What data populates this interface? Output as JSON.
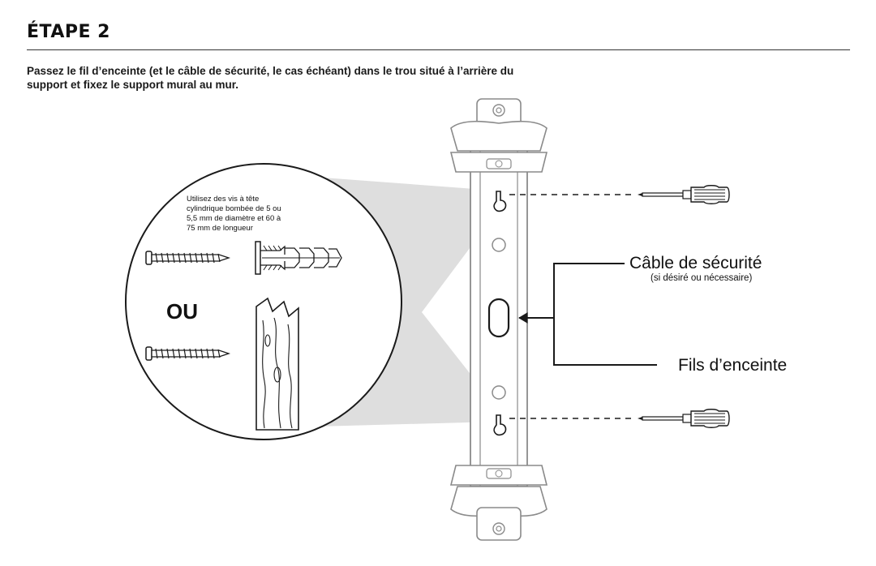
{
  "step": {
    "title": "ÉTAPE 2",
    "instructions_line1": "Passez le fil d’enceinte (et le câble de sécurité, le cas échéant) dans le trou situé à l’arrière du",
    "instructions_line2": "support et fixez le support mural au mur."
  },
  "detail": {
    "note_lines": [
      "Utilisez des vis à tête",
      "cylindrique bombée de 5 ou",
      "5,5 mm de diamètre et 60 à",
      "75 mm de longueur"
    ],
    "or_label": "OU"
  },
  "callouts": {
    "cable_title": "Câble de sécurité",
    "cable_subtitle": "(si désiré ou nécessaire)",
    "wires_title": "Fils d’enceinte"
  },
  "colors": {
    "line": "#1a1a1a",
    "bracket_gray": "#8a8a8a",
    "zoom_fill": "#dcdcdc"
  },
  "icons": [
    "screwdriver-icon",
    "screw-icon",
    "wall-anchor-icon",
    "wood-stud-icon",
    "keyhole-slot-icon"
  ]
}
